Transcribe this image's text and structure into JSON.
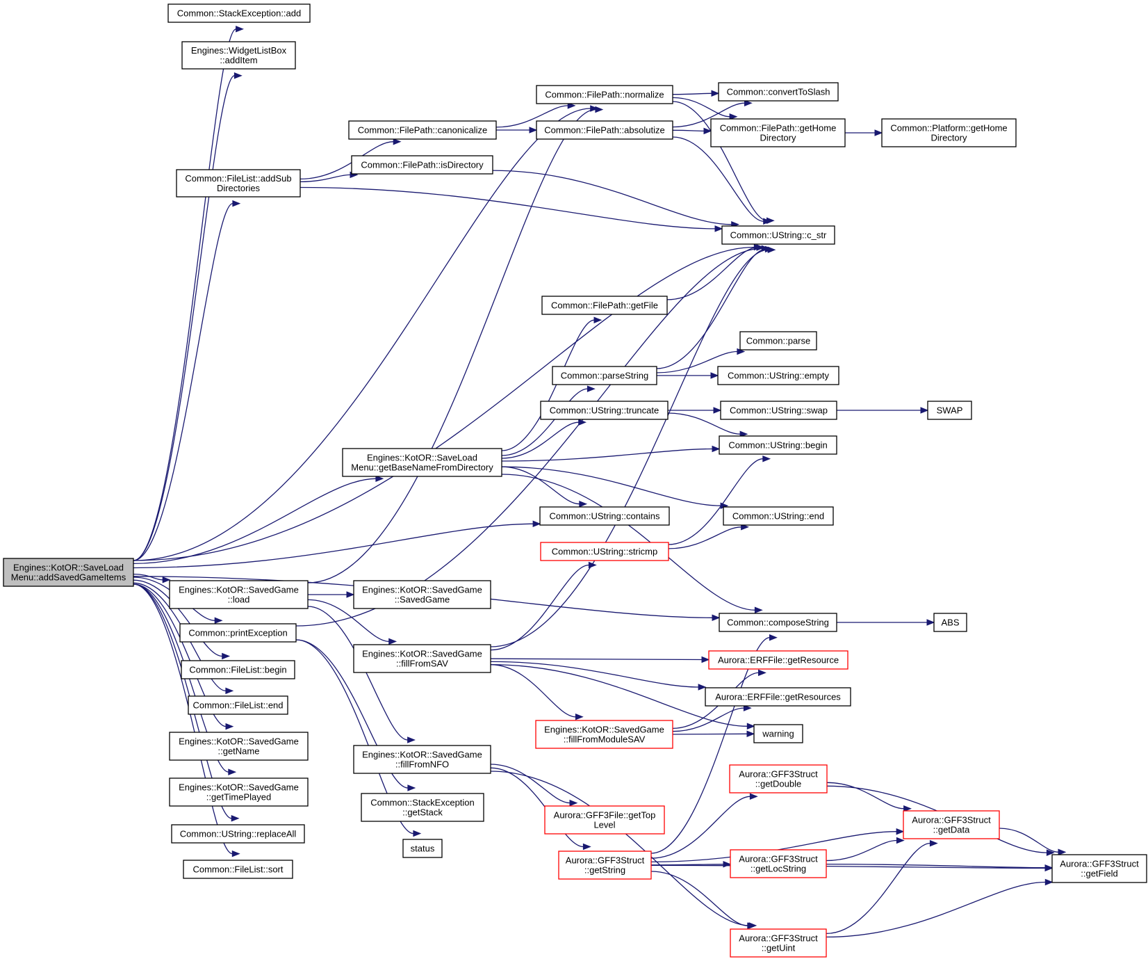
{
  "colors": {
    "edge": "#191970",
    "node_border": "#000000",
    "node_border_incomplete": "#ff0000",
    "root_fill": "#bfbfbf",
    "node_fill": "#ffffff"
  },
  "nodes": [
    {
      "id": "root",
      "lines": [
        "Engines::KotOR::SaveLoad",
        "Menu::addSavedGameItems"
      ],
      "style": "root"
    },
    {
      "id": "stackexc_add",
      "lines": [
        "Common::StackException::add"
      ]
    },
    {
      "id": "wlb_additem",
      "lines": [
        "Engines::WidgetListBox",
        "::addItem"
      ]
    },
    {
      "id": "fl_addsub",
      "lines": [
        "Common::FileList::addSub",
        "Directories"
      ]
    },
    {
      "id": "fp_canon",
      "lines": [
        "Common::FilePath::canonicalize"
      ]
    },
    {
      "id": "fp_isdir",
      "lines": [
        "Common::FilePath::isDirectory"
      ]
    },
    {
      "id": "fp_normalize",
      "lines": [
        "Common::FilePath::normalize"
      ]
    },
    {
      "id": "fp_absolutize",
      "lines": [
        "Common::FilePath::absolutize"
      ]
    },
    {
      "id": "convslash",
      "lines": [
        "Common::convertToSlash"
      ]
    },
    {
      "id": "fp_gethome",
      "lines": [
        "Common::FilePath::getHome",
        "Directory"
      ]
    },
    {
      "id": "plat_gethome",
      "lines": [
        "Common::Platform::getHome",
        "Directory"
      ]
    },
    {
      "id": "cstr",
      "lines": [
        "Common::UString::c_str"
      ]
    },
    {
      "id": "fp_getfile",
      "lines": [
        "Common::FilePath::getFile"
      ]
    },
    {
      "id": "parse",
      "lines": [
        "Common::parse"
      ]
    },
    {
      "id": "parsestring",
      "lines": [
        "Common::parseString"
      ]
    },
    {
      "id": "us_empty",
      "lines": [
        "Common::UString::empty"
      ]
    },
    {
      "id": "us_truncate",
      "lines": [
        "Common::UString::truncate"
      ]
    },
    {
      "id": "us_swap",
      "lines": [
        "Common::UString::swap"
      ]
    },
    {
      "id": "swap",
      "lines": [
        "SWAP"
      ]
    },
    {
      "id": "us_begin",
      "lines": [
        "Common::UString::begin"
      ]
    },
    {
      "id": "getbasename",
      "lines": [
        "Engines::KotOR::SaveLoad",
        "Menu::getBaseNameFromDirectory"
      ]
    },
    {
      "id": "us_contains",
      "lines": [
        "Common::UString::contains"
      ]
    },
    {
      "id": "us_end",
      "lines": [
        "Common::UString::end"
      ]
    },
    {
      "id": "us_stricmp",
      "lines": [
        "Common::UString::stricmp"
      ],
      "style": "incomplete"
    },
    {
      "id": "sg_load",
      "lines": [
        "Engines::KotOR::SavedGame",
        "::load"
      ]
    },
    {
      "id": "sg_ctor",
      "lines": [
        "Engines::KotOR::SavedGame",
        "::SavedGame"
      ]
    },
    {
      "id": "printexc",
      "lines": [
        "Common::printException"
      ]
    },
    {
      "id": "composestring",
      "lines": [
        "Common::composeString"
      ]
    },
    {
      "id": "abs",
      "lines": [
        "ABS"
      ]
    },
    {
      "id": "sg_fillsav",
      "lines": [
        "Engines::KotOR::SavedGame",
        "::fillFromSAV"
      ]
    },
    {
      "id": "erf_getres",
      "lines": [
        "Aurora::ERFFile::getResource"
      ],
      "style": "incomplete"
    },
    {
      "id": "erf_getress",
      "lines": [
        "Aurora::ERFFile::getResources"
      ]
    },
    {
      "id": "fl_begin",
      "lines": [
        "Common::FileList::begin"
      ]
    },
    {
      "id": "fl_end",
      "lines": [
        "Common::FileList::end"
      ]
    },
    {
      "id": "sg_fillmod",
      "lines": [
        "Engines::KotOR::SavedGame",
        "::fillFromModuleSAV"
      ],
      "style": "incomplete"
    },
    {
      "id": "warning",
      "lines": [
        "warning"
      ]
    },
    {
      "id": "sg_getname",
      "lines": [
        "Engines::KotOR::SavedGame",
        "::getName"
      ]
    },
    {
      "id": "sg_fillnfo",
      "lines": [
        "Engines::KotOR::SavedGame",
        "::fillFromNFO"
      ]
    },
    {
      "id": "gff_getdouble",
      "lines": [
        "Aurora::GFF3Struct",
        "::getDouble"
      ],
      "style": "incomplete"
    },
    {
      "id": "sg_gettime",
      "lines": [
        "Engines::KotOR::SavedGame",
        "::getTimePlayed"
      ]
    },
    {
      "id": "stackexc_getstack",
      "lines": [
        "Common::StackException",
        "::getStack"
      ]
    },
    {
      "id": "gff_gettop",
      "lines": [
        "Aurora::GFF3File::getTop",
        "Level"
      ],
      "style": "incomplete"
    },
    {
      "id": "gff_getdata",
      "lines": [
        "Aurora::GFF3Struct",
        "::getData"
      ],
      "style": "incomplete"
    },
    {
      "id": "us_replaceall",
      "lines": [
        "Common::UString::replaceAll"
      ]
    },
    {
      "id": "status",
      "lines": [
        "status"
      ]
    },
    {
      "id": "gff_getstring",
      "lines": [
        "Aurora::GFF3Struct",
        "::getString"
      ],
      "style": "incomplete"
    },
    {
      "id": "gff_getlocstring",
      "lines": [
        "Aurora::GFF3Struct",
        "::getLocString"
      ],
      "style": "incomplete"
    },
    {
      "id": "gff_getfield",
      "lines": [
        "Aurora::GFF3Struct",
        "::getField"
      ]
    },
    {
      "id": "fl_sort",
      "lines": [
        "Common::FileList::sort"
      ]
    },
    {
      "id": "gff_getuint",
      "lines": [
        "Aurora::GFF3Struct",
        "::getUint"
      ],
      "style": "incomplete"
    }
  ],
  "edges": [
    [
      "root",
      "stackexc_add"
    ],
    [
      "root",
      "wlb_additem"
    ],
    [
      "root",
      "fp_normalize"
    ],
    [
      "root",
      "fl_addsub"
    ],
    [
      "root",
      "cstr"
    ],
    [
      "root",
      "getbasename"
    ],
    [
      "root",
      "us_contains"
    ],
    [
      "root",
      "composestring"
    ],
    [
      "root",
      "sg_load"
    ],
    [
      "root",
      "printexc"
    ],
    [
      "root",
      "fl_begin"
    ],
    [
      "root",
      "fl_end"
    ],
    [
      "root",
      "sg_getname"
    ],
    [
      "root",
      "sg_gettime"
    ],
    [
      "root",
      "us_replaceall"
    ],
    [
      "root",
      "fl_sort"
    ],
    [
      "fl_addsub",
      "fp_canon"
    ],
    [
      "fl_addsub",
      "fp_isdir"
    ],
    [
      "fl_addsub",
      "cstr"
    ],
    [
      "fp_canon",
      "fp_normalize"
    ],
    [
      "fp_canon",
      "fp_absolutize"
    ],
    [
      "fp_normalize",
      "convslash"
    ],
    [
      "fp_normalize",
      "fp_gethome"
    ],
    [
      "fp_normalize",
      "cstr"
    ],
    [
      "fp_absolutize",
      "convslash"
    ],
    [
      "fp_absolutize",
      "fp_gethome"
    ],
    [
      "fp_absolutize",
      "cstr"
    ],
    [
      "fp_gethome",
      "plat_gethome"
    ],
    [
      "fp_isdir",
      "cstr"
    ],
    [
      "fp_getfile",
      "cstr"
    ],
    [
      "parsestring",
      "cstr"
    ],
    [
      "parsestring",
      "parse"
    ],
    [
      "parsestring",
      "us_empty"
    ],
    [
      "us_truncate",
      "us_swap"
    ],
    [
      "us_truncate",
      "us_begin"
    ],
    [
      "us_swap",
      "swap"
    ],
    [
      "getbasename",
      "fp_getfile"
    ],
    [
      "getbasename",
      "parsestring"
    ],
    [
      "getbasename",
      "us_truncate"
    ],
    [
      "getbasename",
      "us_begin"
    ],
    [
      "getbasename",
      "us_contains"
    ],
    [
      "getbasename",
      "us_end"
    ],
    [
      "getbasename",
      "composestring"
    ],
    [
      "us_stricmp",
      "us_begin"
    ],
    [
      "us_stricmp",
      "us_end"
    ],
    [
      "sg_load",
      "fp_normalize"
    ],
    [
      "sg_load",
      "sg_ctor"
    ],
    [
      "sg_load",
      "sg_fillsav"
    ],
    [
      "sg_load",
      "sg_fillnfo"
    ],
    [
      "printexc",
      "cstr"
    ],
    [
      "printexc",
      "stackexc_getstack"
    ],
    [
      "printexc",
      "status"
    ],
    [
      "composestring",
      "abs"
    ],
    [
      "sg_fillsav",
      "cstr"
    ],
    [
      "sg_fillsav",
      "us_stricmp"
    ],
    [
      "sg_fillsav",
      "erf_getres"
    ],
    [
      "sg_fillsav",
      "erf_getress"
    ],
    [
      "sg_fillsav",
      "sg_fillmod"
    ],
    [
      "sg_fillsav",
      "warning"
    ],
    [
      "sg_fillmod",
      "erf_getres"
    ],
    [
      "sg_fillmod",
      "erf_getress"
    ],
    [
      "sg_fillmod",
      "warning"
    ],
    [
      "sg_fillnfo",
      "gff_gettop"
    ],
    [
      "sg_fillnfo",
      "gff_getstring"
    ],
    [
      "sg_fillnfo",
      "gff_getuint"
    ],
    [
      "gff_getstring",
      "composestring"
    ],
    [
      "gff_getstring",
      "gff_getdouble"
    ],
    [
      "gff_getstring",
      "gff_getdata"
    ],
    [
      "gff_getstring",
      "gff_getlocstring"
    ],
    [
      "gff_getstring",
      "gff_getfield"
    ],
    [
      "gff_getstring",
      "gff_getuint"
    ],
    [
      "gff_getdouble",
      "gff_getdata"
    ],
    [
      "gff_getdouble",
      "gff_getfield"
    ],
    [
      "gff_getlocstring",
      "gff_getdata"
    ],
    [
      "gff_getlocstring",
      "gff_getfield"
    ],
    [
      "gff_getdata",
      "gff_getfield"
    ],
    [
      "gff_getuint",
      "gff_getdata"
    ],
    [
      "gff_getuint",
      "gff_getfield"
    ]
  ]
}
